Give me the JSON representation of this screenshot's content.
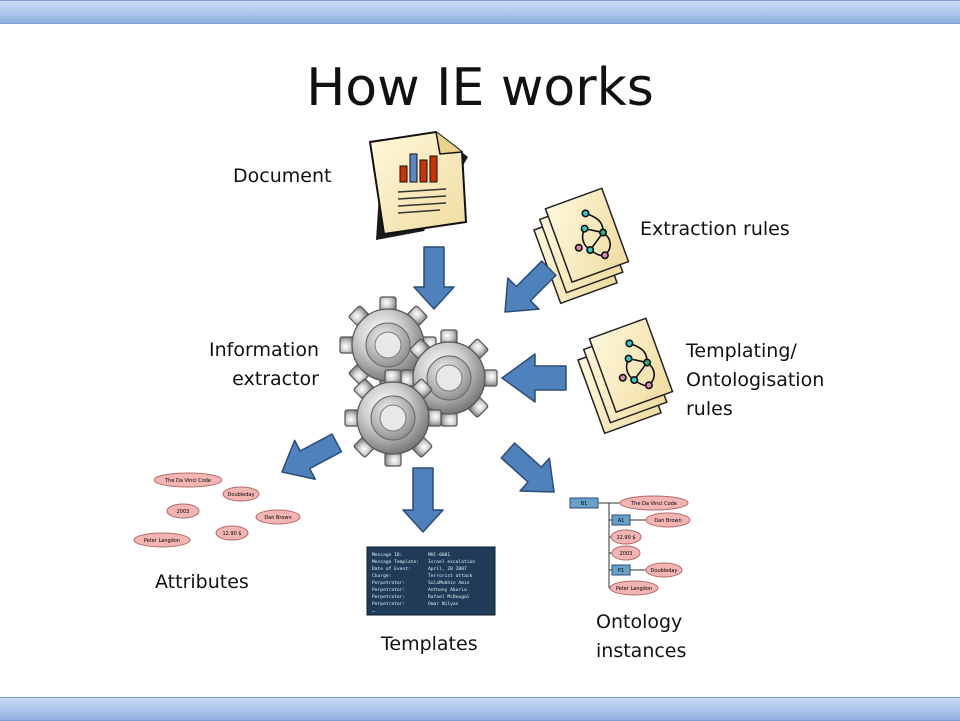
{
  "slide": {
    "title": "How IE works"
  },
  "labels": {
    "document": "Document",
    "extraction_rules": "Extraction rules",
    "extractor_line1": "Information",
    "extractor_line2": "extractor",
    "templating_line1": "Templating/",
    "templating_line2": "Ontologisation",
    "templating_line3": "rules",
    "attributes": "Attributes",
    "templates": "Templates",
    "ontology_line1": "Ontology",
    "ontology_line2": "instances"
  },
  "attributes": {
    "ellipses": [
      "The Da Vinci Code",
      "Doubleday",
      "2003",
      "Dan Brown",
      "12.90 $",
      "Peter Langdon"
    ]
  },
  "template": {
    "rows": [
      [
        "Message ID:",
        "MUC-0001"
      ],
      [
        "Message Template:",
        "Israel escalation"
      ],
      [
        "Date of Event:",
        "April, 20 2007"
      ],
      [
        "Charge:",
        "Terrorist attack"
      ],
      [
        "Perpetrator:",
        "SulaMukhin Amin"
      ],
      [
        "Perpetrator:",
        "Anthony Aburia"
      ],
      [
        "Perpetrator:",
        "Rafael McDougal"
      ],
      [
        "Perpetrator:",
        "Omar Nilyas"
      ]
    ],
    "more": "…"
  },
  "ontology": {
    "root": "B1",
    "title": "The Da Vinci Code",
    "author_node": "A1",
    "author": "Dan Brown",
    "price": "12.90 $",
    "year": "2003",
    "publisher_node": "P1",
    "publisher": "Doubleday",
    "editor": "Peter Langdon"
  },
  "colors": {
    "arrow_fill": "#4f81bd",
    "arrow_stroke": "#2c4d75",
    "ellipse_fill": "#f3b4b4",
    "node_fill": "#6aa0c8",
    "template_bg": "#1f3b57"
  }
}
